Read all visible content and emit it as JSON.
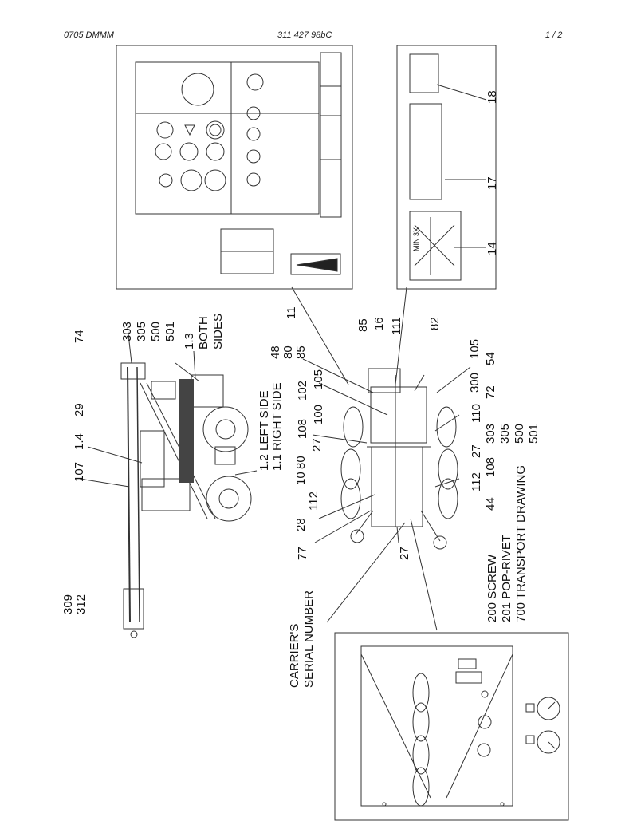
{
  "header": {
    "left": "0705 DMMM",
    "center": "311 427 98bC",
    "right": "1 / 2"
  },
  "callouts": {
    "c11": "11",
    "c14": "14",
    "c17": "17",
    "c18": "18",
    "c74": "74",
    "c29": "29",
    "c107": "107",
    "c1_4": "1.4",
    "c309": "309",
    "c312": "312",
    "c303a": "303",
    "c305a": "305",
    "c500a": "500",
    "c501a": "501",
    "c1_3": "1.3",
    "both": "BOTH",
    "sides": "SIDES",
    "left_side": "1.2 LEFT SIDE",
    "right_side": "1.1 RIGHT SIDE",
    "c48": "48",
    "c80a": "80",
    "c85a": "85",
    "c105a": "105",
    "c102": "102",
    "c100": "100",
    "c108a": "108",
    "c27a": "27",
    "c10": "10",
    "c80b": "80",
    "c112a": "112",
    "c28": "28",
    "c77": "77",
    "c27b": "27",
    "c85b": "85",
    "c16": "16",
    "c111": "111",
    "c82": "82",
    "c105b": "105",
    "c54": "54",
    "c300": "300",
    "c72": "72",
    "c110": "110",
    "c303b": "303",
    "c305b": "305",
    "c500b": "500",
    "c501b": "501",
    "c27c": "27",
    "c108b": "108",
    "c112b": "112",
    "c44": "44",
    "screw": "200 SCREW",
    "rivet": "201 POP-RIVET",
    "transport": "700 TRANSPORT DRAWING",
    "carrier": "CARRIER'S",
    "serial": "SERIAL NUMBER"
  },
  "decal_text": {
    "min3x": "MIN 3X"
  }
}
